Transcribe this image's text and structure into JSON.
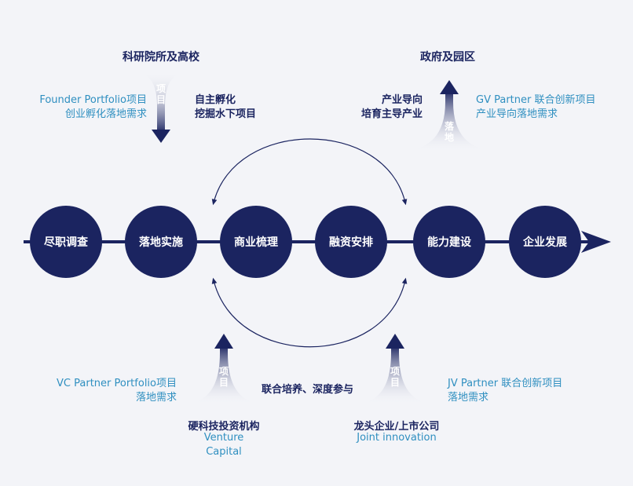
{
  "colors": {
    "navy": "#1b2460",
    "blue": "#2f8fc0",
    "background": "#f3f4f8"
  },
  "stages": [
    "尽职调查",
    "落地实施",
    "商业梳理",
    "融资安排",
    "能力建设",
    "企业发展"
  ],
  "top_left": {
    "title": "科研院所及高校",
    "funnel_label": [
      "项",
      "目"
    ],
    "left_text": [
      "Founder Portfolio项目",
      "创业孵化落地需求"
    ],
    "right_text": [
      "自主孵化",
      "挖掘水下项目"
    ]
  },
  "top_right": {
    "title": "政府及园区",
    "funnel_label": [
      "落",
      "地"
    ],
    "left_text": [
      "产业导向",
      "培育主导产业"
    ],
    "right_text": [
      "GV Partner 联合创新项目",
      "产业导向落地需求"
    ]
  },
  "bottom_left": {
    "funnel_label": [
      "项",
      "目"
    ],
    "left_text": [
      "VC Partner Portfolio项目",
      "落地需求"
    ],
    "caption": "硬科技投资机构",
    "caption_en": [
      "Venture",
      "Capital"
    ]
  },
  "bottom_middle": {
    "text": "联合培养、深度参与"
  },
  "bottom_right": {
    "funnel_label": [
      "项",
      "目"
    ],
    "right_text": [
      "JV Partner 联合创新项目",
      "落地需求"
    ],
    "caption": "龙头企业/上市公司",
    "caption_en": "Joint innovation"
  }
}
